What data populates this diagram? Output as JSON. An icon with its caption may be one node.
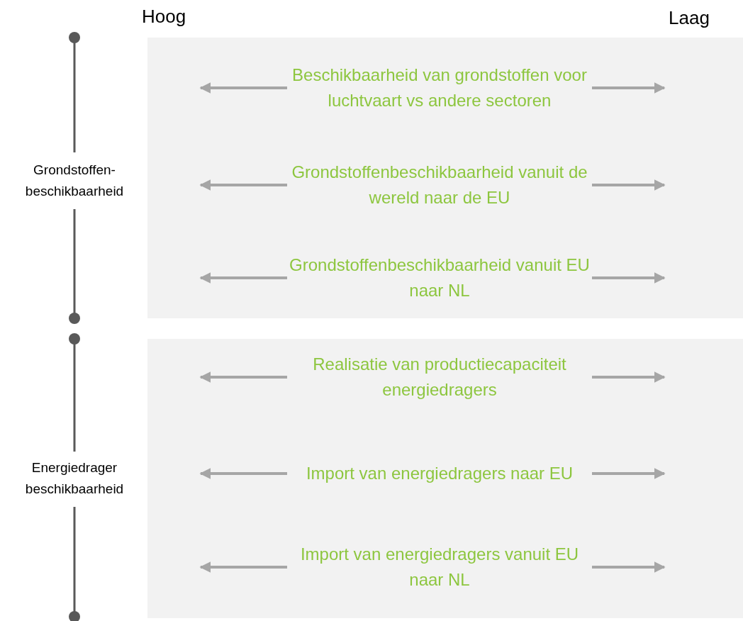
{
  "diagram": {
    "nodes": [
      {
        "text": [],
        "shape": "box"
      },
      {
        "text": [
          "Beschikbaarheid van grondstoffen voor luchtvaart vs andere sectoren"
        ],
        "in": 0
      },
      {
        "text": [
          "Grondstoffenbeschikbaarheid vanuit de wereld naar de EU"
        ],
        "in": 0
      },
      {
        "text": [
          "Grondstoffenbeschikbaarheid vanuit EU naar NL"
        ],
        "in": 0
      },
      {
        "text": [],
        "shape": "box"
      },
      {
        "text": [
          "Realisatie van productiecapaciteit energiedragers"
        ],
        "in": 4
      },
      {
        "text": [
          "Import van energiedragers naar EU"
        ],
        "in": 4
      },
      {
        "text": [
          "Import van energiedragers vanuit EU naar NL"
        ],
        "in": 4
      }
    ],
    "edges": [
      {
        "from": 1,
        "to": null,
        "arrow": "to"
      },
      {
        "from": 1,
        "to": null,
        "arrow": "to"
      },
      {
        "from": 2,
        "to": null,
        "arrow": "to"
      },
      {
        "from": 2,
        "to": null,
        "arrow": "to"
      },
      {
        "from": 3,
        "to": null,
        "arrow": "to"
      },
      {
        "from": 3,
        "to": null,
        "arrow": "to"
      },
      {
        "from": 5,
        "to": null,
        "arrow": "to"
      },
      {
        "from": 5,
        "to": null,
        "arrow": "to"
      },
      {
        "from": 6,
        "to": null,
        "arrow": "to"
      },
      {
        "from": 6,
        "to": null,
        "arrow": "to"
      },
      {
        "from": 7,
        "to": null,
        "arrow": "to"
      },
      {
        "from": 7,
        "to": null,
        "arrow": "to"
      }
    ],
    "labels": [
      "Hoog",
      "Laag",
      "Grondstoffen- beschikbaarheid",
      "Energiedrager beschikbaarheid"
    ]
  }
}
